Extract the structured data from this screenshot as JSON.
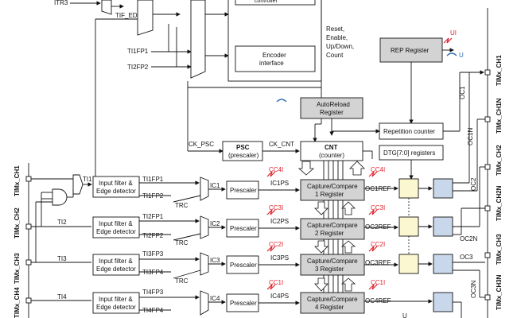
{
  "colors": {
    "register_gray": "#d3d3d3",
    "output_yellow": "#fbf7d0",
    "output_blue": "#c8d8ea",
    "event_red": "#e0202a",
    "icon_blue": "#2a6fb5"
  },
  "top": {
    "itr": "ITR3",
    "tif_ed": "TIF_ED",
    "ti1fp1": "TI1FP1",
    "ti2fp2": "TI2FP2",
    "control_box": "controller",
    "encoder": [
      "Encoder",
      "interface"
    ],
    "reset_text": [
      "Reset,",
      "Enable,",
      "Up/Down,",
      "Count"
    ]
  },
  "rep": {
    "label": "REP Register",
    "ui": "UI",
    "u": "U"
  },
  "autoreload": [
    "AutoReload",
    "Register"
  ],
  "rep_counter": "Repetition counter",
  "psc": {
    "title": "PSC",
    "sub": "(prescaler)",
    "ck_psc": "CK_PSC",
    "ck_cnt": "CK_CNT"
  },
  "cnt": {
    "title": "CNT",
    "sub": "(counter)"
  },
  "dtg": "DTG[7:0] registers",
  "u_mark": "U",
  "inputs": {
    "ti1": "TI1",
    "ti2": "TI2",
    "ti3": "TI3",
    "ti4": "TI4",
    "filter": [
      "Input filter &",
      "Edge detector"
    ],
    "fp": [
      "TI1FP1",
      "TI1FP2",
      "TI2FP1",
      "TI2FP2",
      "TI3FP3",
      "TI3FP4",
      "TI4FP3",
      "TI4FP4"
    ],
    "trc": "TRC",
    "ic": [
      "IC1",
      "IC2",
      "IC3",
      "IC4"
    ],
    "icps": [
      "IC1PS",
      "IC2PS",
      "IC3PS",
      "IC4PS"
    ],
    "prescaler": "Prescaler"
  },
  "cc": {
    "labels": [
      [
        "Capture/Compare",
        "1 Register"
      ],
      [
        "Capture/Compare",
        "2 Register"
      ],
      [
        "Capture/Compare",
        "3 Register"
      ],
      [
        "Capture/Compare",
        "4 Register"
      ]
    ],
    "ccI": [
      "CC4I",
      "CC3I",
      "CC2I",
      "CC1I"
    ],
    "ccI_right": [
      "CC4I",
      "CC3I",
      "CC2I",
      "CC1I"
    ],
    "ocref": [
      "OC1REF",
      "OC2REF",
      "OC3REF",
      "OC4REF"
    ]
  },
  "outputs": {
    "oc1": "OC1",
    "oc1n": "OC1N",
    "oc2": "OC2",
    "oc2n": "OC2N",
    "oc3": "OC3",
    "oc3n": "OC3N"
  },
  "pins_left": [
    "TIMx_CH1",
    "TIMx_CH2",
    "TIMx_CH3",
    "TIMx_CH4"
  ],
  "pins_right": [
    "TIMx_CH1",
    "TIMx_CH1N",
    "TIMx_CH2",
    "TIMx_CH2N",
    "TIMx_CH3",
    "TIMx_CH3N"
  ]
}
